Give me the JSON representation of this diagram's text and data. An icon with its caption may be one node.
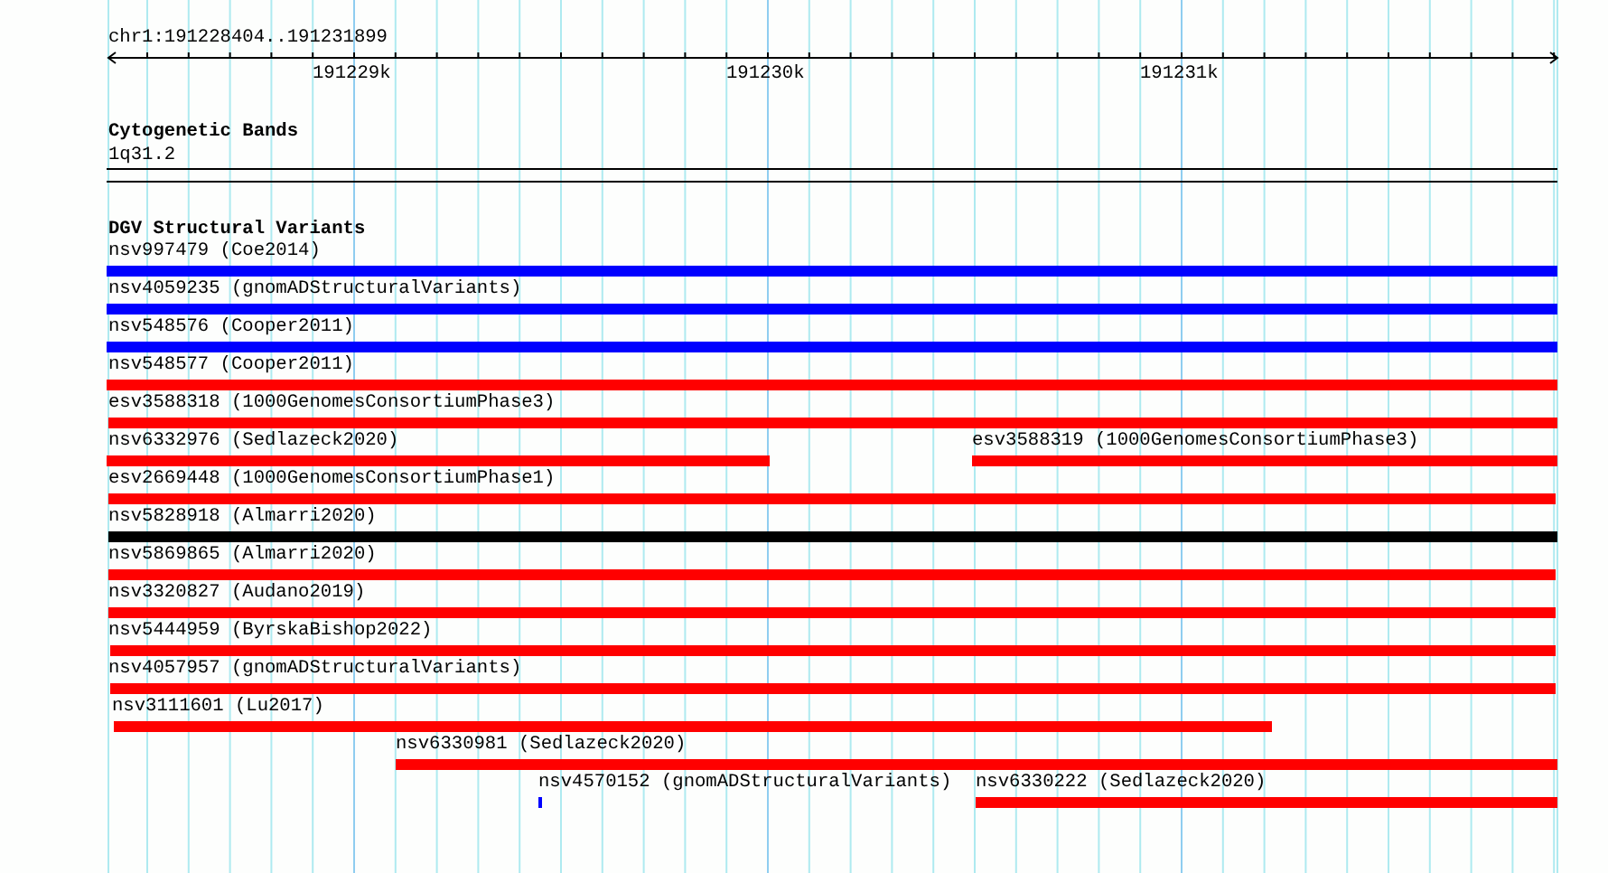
{
  "diagram": {
    "nodes": [
      {
        "text": [
          "nsv997479 (Coe2014)"
        ]
      },
      {
        "text": [
          "nsv4059235 (gnomADStructuralVariants)"
        ]
      },
      {
        "text": [
          "nsv548576 (Cooper2011)"
        ]
      },
      {
        "text": [
          "nsv548577 (Cooper2011)"
        ]
      },
      {
        "text": [
          "esv3588318 (1000GenomesConsortiumPhase3)"
        ]
      },
      {
        "text": [
          "nsv6332976 (Sedlazeck2020)"
        ]
      },
      {
        "text": [
          "esv3588319 (1000GenomesConsortiumPhase3)"
        ]
      },
      {
        "text": [
          "esv2669448 (1000GenomesConsortiumPhase1)"
        ]
      },
      {
        "text": [
          "nsv5828918 (Almarri2020)"
        ]
      },
      {
        "text": [
          "nsv5869865 (Almarri2020)"
        ]
      },
      {
        "text": [
          "nsv3320827 (Audano2019)"
        ]
      },
      {
        "text": [
          "nsv5444959 (ByrskaBishop2022)"
        ]
      },
      {
        "text": [
          "nsv4057957 (gnomADStructuralVariants)"
        ]
      },
      {
        "text": [
          "nsv3111601 (Lu2017)"
        ]
      },
      {
        "text": [
          "nsv6330981 (Sedlazeck2020)"
        ]
      },
      {
        "text": [
          "nsv4570152 (gnomADStructuralVariants)"
        ]
      },
      {
        "text": [
          "nsv6330222 (Sedlazeck2020)"
        ]
      }
    ],
    "labels": [
      "chr1:191228404..191231899",
      "191229k",
      "191230k",
      "191231k",
      "Cytogenetic Bands",
      "1q31.2",
      "DGV Structural Variants"
    ]
  }
}
